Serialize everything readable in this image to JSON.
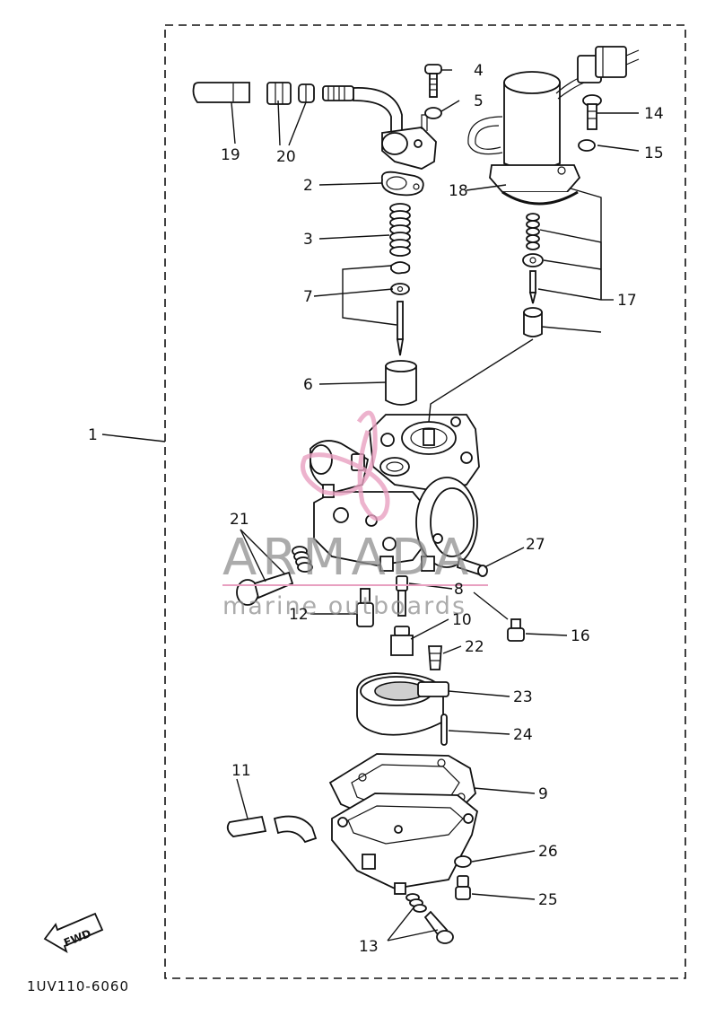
{
  "labels": {
    "l1": "1",
    "l2": "2",
    "l3": "3",
    "l4": "4",
    "l5": "5",
    "l6": "6",
    "l7": "7",
    "l8": "8",
    "l9": "9",
    "l10": "10",
    "l11": "11",
    "l12": "12",
    "l13": "13",
    "l14": "14",
    "l15": "15",
    "l16": "16",
    "l17": "17",
    "l18": "18",
    "l19": "19",
    "l20": "20",
    "l21": "21",
    "l22": "22",
    "l23": "23",
    "l24": "24",
    "l25": "25",
    "l26": "26",
    "l27": "27"
  },
  "watermark": {
    "brand": "ARMADA",
    "tagline": "marine outboards",
    "accent": "#e8a0c0"
  },
  "footer": {
    "code": "1UV110-6060",
    "fwd": "FWD"
  }
}
